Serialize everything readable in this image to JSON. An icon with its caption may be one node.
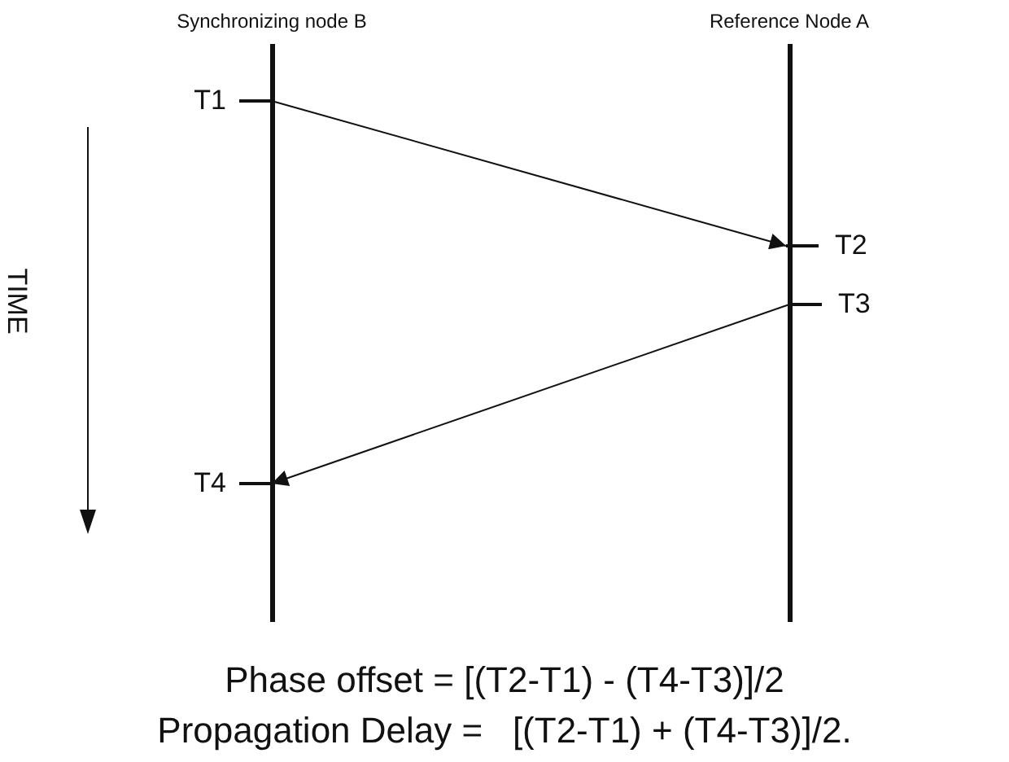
{
  "diagram": {
    "nodes": [
      {
        "text": [
          "Synchronizing node B"
        ]
      },
      {
        "text": [
          "Reference Node A"
        ]
      },
      {
        "text": [
          "T1"
        ]
      },
      {
        "text": [
          "T2"
        ]
      },
      {
        "text": [
          "T3"
        ]
      },
      {
        "text": [
          "T4"
        ]
      }
    ],
    "edges": [
      {
        "from": 2,
        "to": 3,
        "arrow": "to"
      },
      {
        "from": 4,
        "to": 5,
        "arrow": "to"
      }
    ],
    "labels": [
      "TIME",
      "Phase offset = [(T2-T1) - (T4-T3)]/2",
      "Propagation Delay =   [(T2-T1) + (T4-T3)]/2."
    ]
  }
}
